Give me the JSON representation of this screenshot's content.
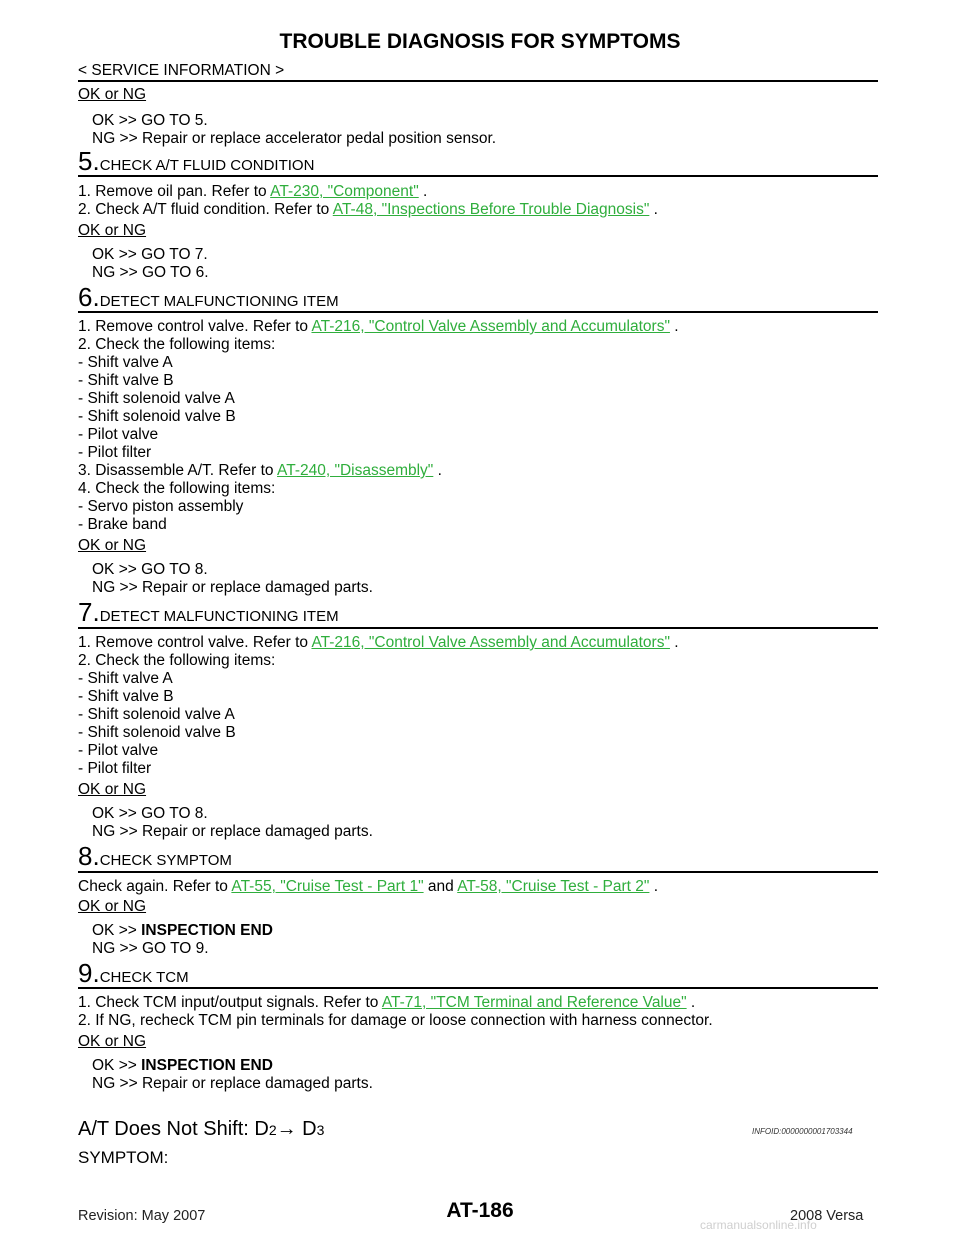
{
  "header": {
    "title": "TROUBLE DIAGNOSIS FOR SYMPTOMS",
    "section": "< SERVICE INFORMATION >"
  },
  "ok_ng_label": "OK or NG",
  "block0": {
    "ok": "OK      >> GO TO 5.",
    "ng": "NG      >> Repair or replace accelerator pedal position sensor."
  },
  "step5": {
    "num": "5.",
    "title": "CHECK A/T FLUID CONDITION",
    "l1_pre": "1.   Remove oil pan. Refer to ",
    "l1_link": "AT-230, \"Component\"",
    "l1_post": " .",
    "l2_pre": "2.   Check A/T fluid condition. Refer to ",
    "l2_link": "AT-48, \"Inspections Before Trouble Diagnosis\"",
    "l2_post": " .",
    "ok": "OK      >> GO TO 7.",
    "ng": "NG      >> GO TO 6."
  },
  "step6": {
    "num": "6.",
    "title": "DETECT MALFUNCTIONING ITEM",
    "l1_pre": "1.   Remove control valve. Refer to ",
    "l1_link": "AT-216, \"Control Valve Assembly and Accumulators\"",
    "l1_post": " .",
    "l2": "2.   Check the following items:",
    "items1": [
      "-    Shift valve A",
      "-    Shift valve B",
      "-    Shift solenoid valve A",
      "-    Shift solenoid valve B",
      "-    Pilot valve",
      "-    Pilot filter"
    ],
    "l3_pre": "3.   Disassemble A/T. Refer to ",
    "l3_link": "AT-240, \"Disassembly\"",
    "l3_post": " .",
    "l4": "4.   Check the following items:",
    "items2": [
      "-    Servo piston assembly",
      "-    Brake band"
    ],
    "ok": "OK      >> GO TO 8.",
    "ng": "NG      >> Repair or replace damaged parts."
  },
  "step7": {
    "num": "7.",
    "title": "DETECT MALFUNCTIONING ITEM",
    "l1_pre": "1.   Remove control valve. Refer to ",
    "l1_link": "AT-216, \"Control Valve Assembly and Accumulators\"",
    "l1_post": " .",
    "l2": "2.   Check the following items:",
    "items": [
      "-    Shift valve A",
      "-    Shift valve B",
      "-    Shift solenoid valve A",
      "-    Shift solenoid valve B",
      "-    Pilot valve",
      "-    Pilot filter"
    ],
    "ok": "OK      >> GO TO 8.",
    "ng": "NG      >> Repair or replace damaged parts."
  },
  "step8": {
    "num": "8.",
    "title": "CHECK SYMPTOM",
    "l1_pre": "Check again. Refer to ",
    "l1_link": "AT-55, \"Cruise Test - Part 1\"",
    "l1_mid": "  and ",
    "l1_link2": "AT-58, \"Cruise Test - Part 2\"",
    "l1_post": " .",
    "ok_pre": "OK      >> ",
    "ok_bold": "INSPECTION END",
    "ng": "NG      >> GO TO 9."
  },
  "step9": {
    "num": "9.",
    "title": "CHECK TCM",
    "l1_pre": "1.   Check TCM input/output signals. Refer to ",
    "l1_link": "AT-71, \"TCM Terminal and Reference Value\"",
    "l1_post": " .",
    "l2": "2.   If NG, recheck TCM pin terminals for damage or loose connection with harness connector.",
    "ok_pre": "OK      >> ",
    "ok_bold": "INSPECTION END",
    "ng": "NG      >> Repair or replace damaged parts."
  },
  "subsection": {
    "pre": "A/T Does Not Shift: D",
    "sub1": "2",
    "arrow": "→ D",
    "sub2": "3",
    "infoid": "INFOID:0000000001703344"
  },
  "symptom_label": "SYMPTOM:",
  "footer": {
    "revision": "Revision: May 2007",
    "page": "AT-186",
    "model": "2008 Versa",
    "watermark": "carmanualsonline.info"
  }
}
